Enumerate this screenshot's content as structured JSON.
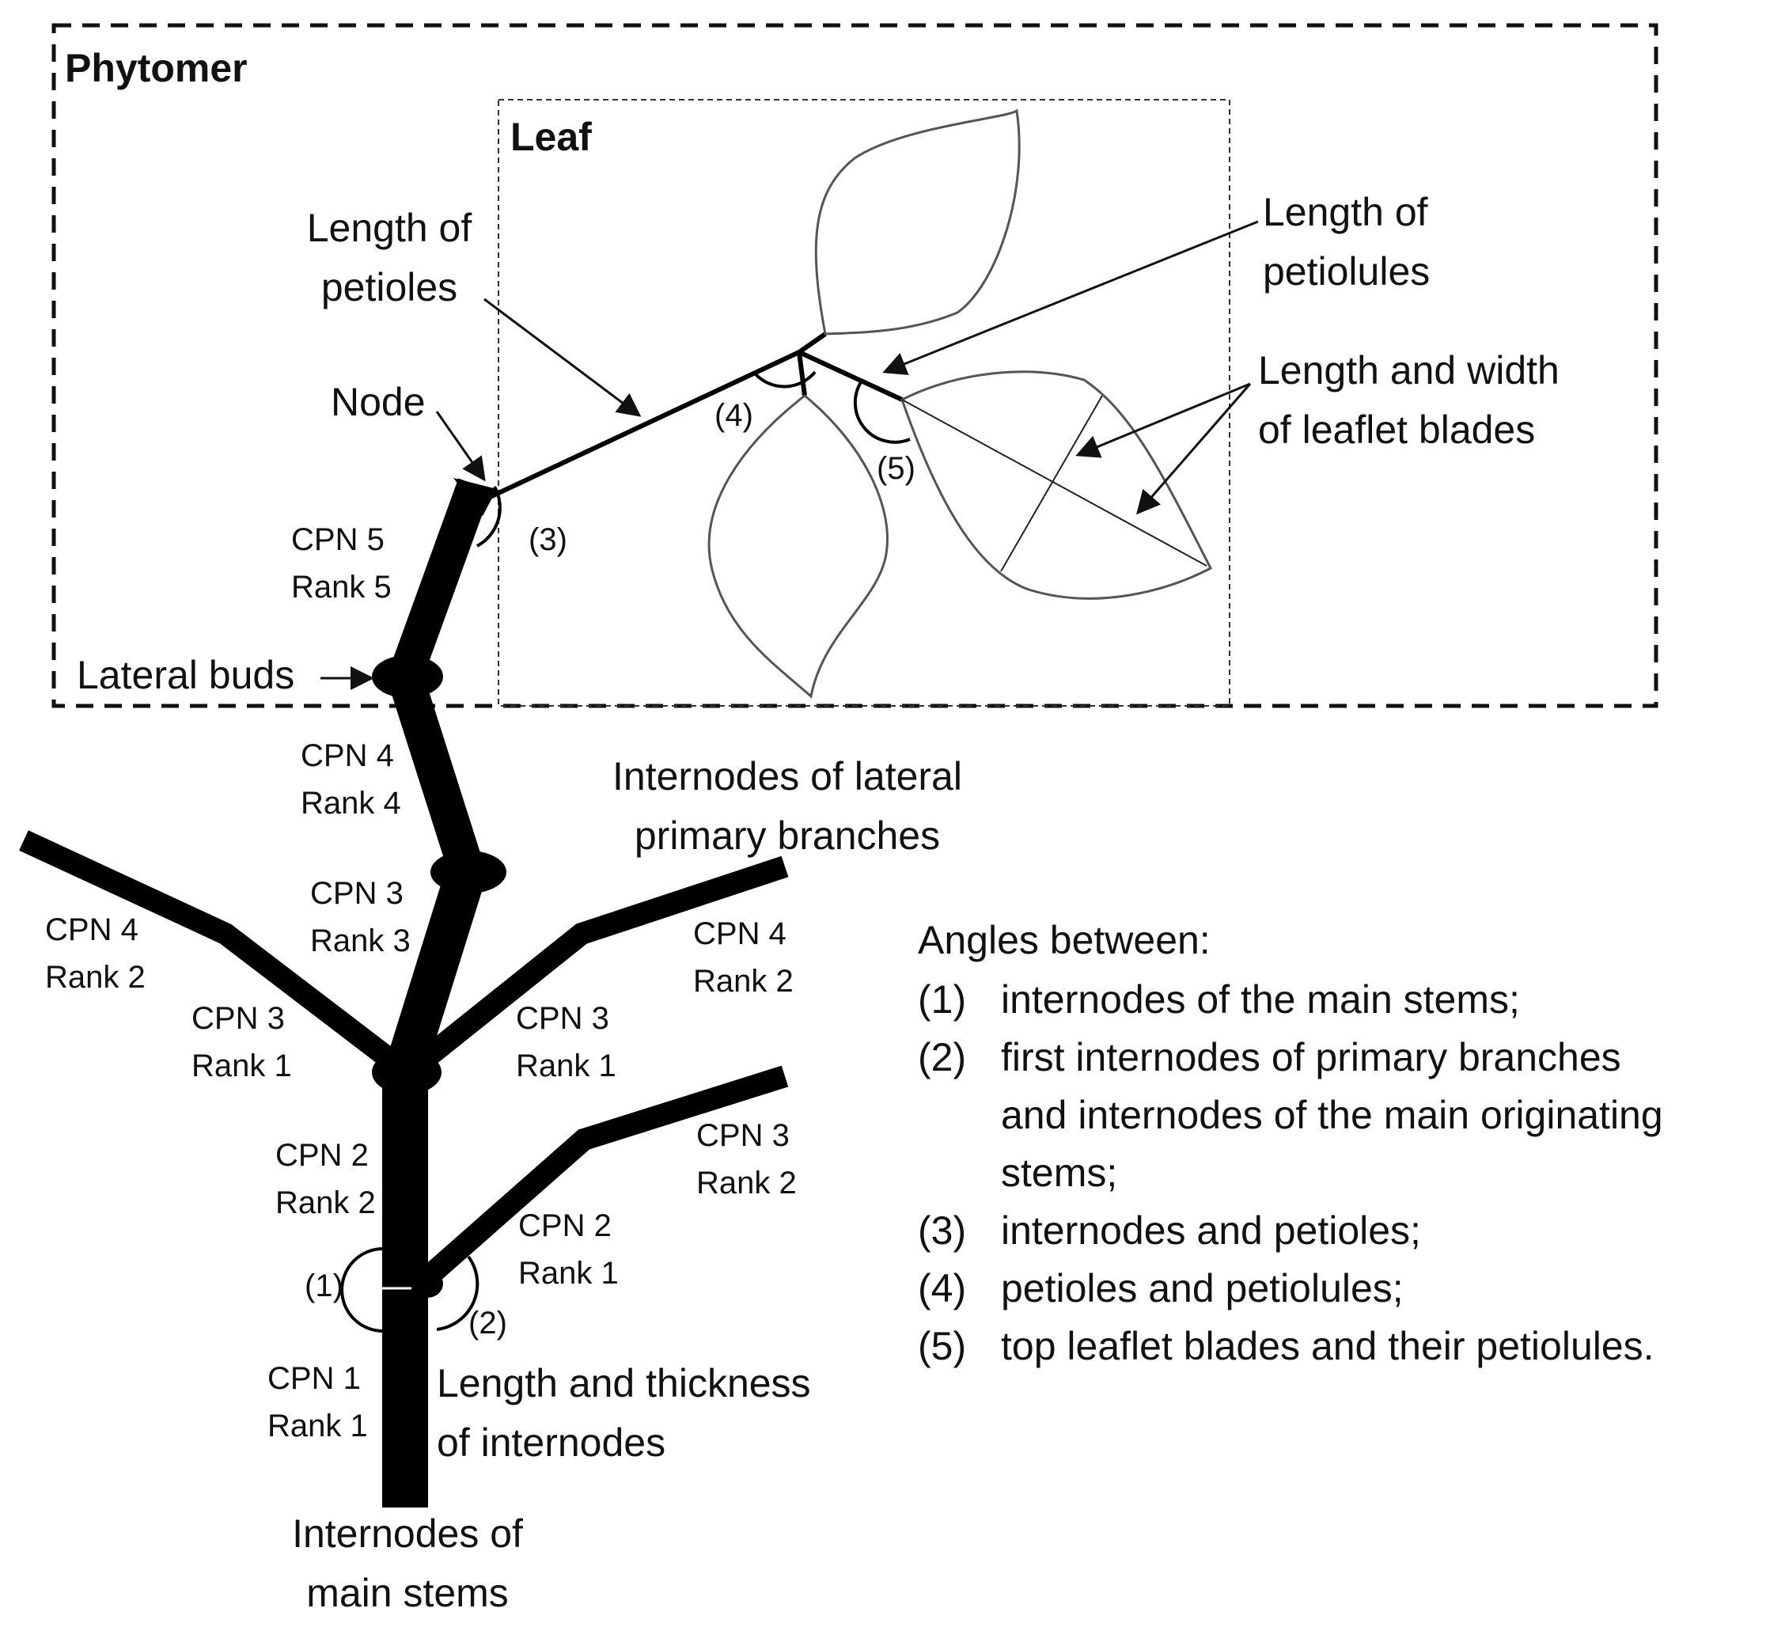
{
  "boxes": {
    "phytomer_title": "Phytomer",
    "leaf_title": "Leaf"
  },
  "labels": {
    "length_of_petioles": [
      "Length of",
      "petioles"
    ],
    "length_of_petiolules": [
      "Length of",
      "petiolules"
    ],
    "length_width_leaflet": [
      "Length and width",
      "of leaflet blades"
    ],
    "node": "Node",
    "lateral_buds": "Lateral buds",
    "internodes_lateral": [
      "Internodes of lateral",
      "primary branches"
    ],
    "length_thickness": [
      "Length and thickness",
      "of internodes"
    ],
    "internodes_main": [
      "Internodes of",
      "main stems"
    ]
  },
  "angle_markers": {
    "a1": "(1)",
    "a2": "(2)",
    "a3": "(3)",
    "a4": "(4)",
    "a5": "(5)"
  },
  "cpn_labels": {
    "main_cpn5": [
      "CPN 5",
      "Rank 5"
    ],
    "main_cpn4": [
      "CPN 4",
      "Rank 4"
    ],
    "main_cpn3": [
      "CPN 3",
      "Rank 3"
    ],
    "left_cpn4": [
      "CPN 4",
      "Rank 2"
    ],
    "left_cpn3": [
      "CPN 3",
      "Rank 1"
    ],
    "right_upper_cpn3": [
      "CPN 3",
      "Rank 1"
    ],
    "right_upper_cpn4": [
      "CPN 4",
      "Rank 2"
    ],
    "main_cpn2": [
      "CPN 2",
      "Rank 2"
    ],
    "right_lower_cpn2": [
      "CPN 2",
      "Rank 1"
    ],
    "right_lower_cpn3": [
      "CPN 3",
      "Rank 2"
    ],
    "main_cpn1": [
      "CPN 1",
      "Rank 1"
    ]
  },
  "legend": {
    "title": "Angles between:",
    "items": [
      {
        "num": "(1)",
        "lines": [
          "internodes of the main stems;"
        ]
      },
      {
        "num": "(2)",
        "lines": [
          "first internodes of primary branches",
          "and internodes of the main originating",
          "stems;"
        ]
      },
      {
        "num": "(3)",
        "lines": [
          "internodes and petioles;"
        ]
      },
      {
        "num": "(4)",
        "lines": [
          "petioles and petiolules;"
        ]
      },
      {
        "num": "(5)",
        "lines": [
          "top leaflet blades and their petiolules."
        ]
      }
    ]
  }
}
